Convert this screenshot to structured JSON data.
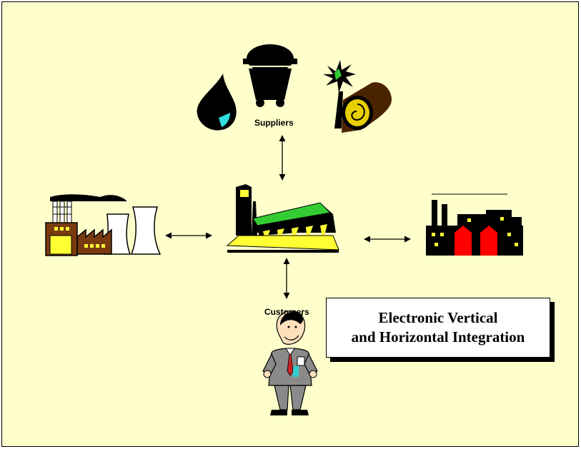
{
  "diagram": {
    "suppliers_label": "Suppliers",
    "customers_label": "Customers",
    "title_line1": "Electronic Vertical",
    "title_line2": "and Horizontal Integration",
    "colors": {
      "background": "#ffffcc",
      "accent_green": "#33cc33",
      "accent_red": "#ff0000",
      "accent_yellow": "#ffff00",
      "brown": "#7a3a10"
    },
    "icons": [
      "oil-drop-icon",
      "coal-cart-icon",
      "timber-log-icon",
      "power-plant-icon",
      "central-factory-icon",
      "competitor-factory-icon",
      "businessman-icon"
    ]
  }
}
